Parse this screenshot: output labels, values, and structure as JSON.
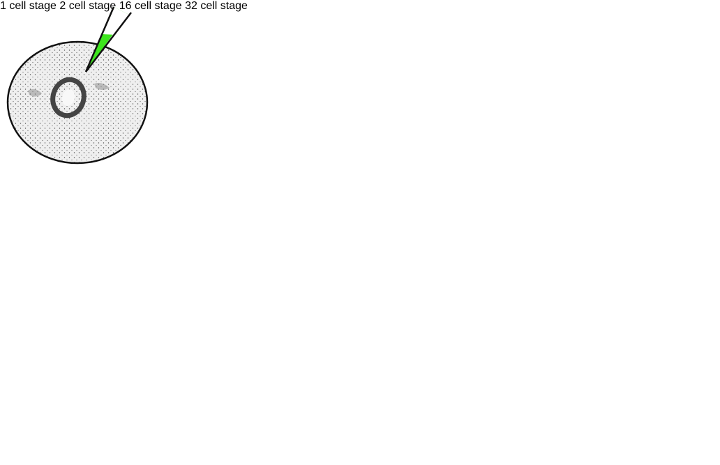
{
  "labels": {
    "one_cell": "1 cell stage",
    "two_cell": "2 cell stage",
    "sixteen_cell": "16 cell stage",
    "thirtytwo_cell": "32 cell stage"
  },
  "colors": {
    "injection_green": "#3ee61e",
    "ink": "#111111",
    "stipple_dark": "#2a2a2a"
  },
  "icons": [
    "micropipette-icon",
    "embryo-drawing",
    "neural-plate-drawing",
    "tadpole-drawing"
  ]
}
